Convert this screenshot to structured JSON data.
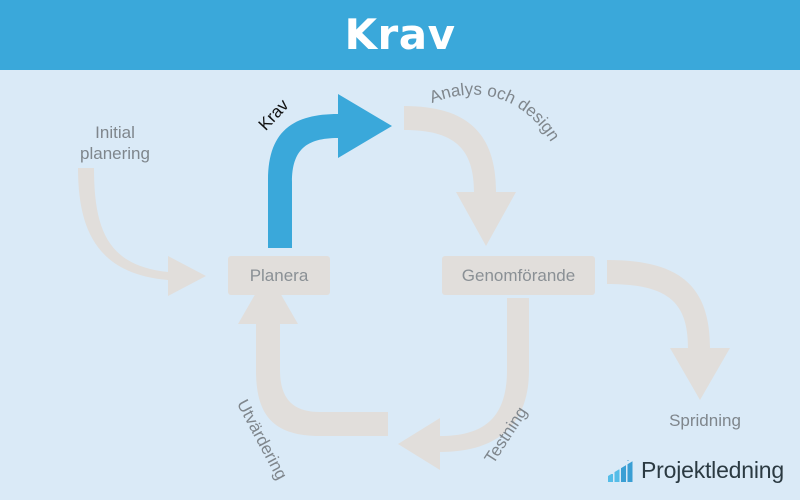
{
  "header": {
    "title": "Krav",
    "background_color": "#3aa8da",
    "text_color": "#ffffff"
  },
  "page": {
    "background_color": "#daeaf7"
  },
  "diagram": {
    "type": "cycle-flow",
    "node_color": "#e1dedb",
    "arrow_color": "#e1dedb",
    "highlight_color": "#3aa8da",
    "label_color": "#7f868c",
    "nodes": [
      {
        "id": "planera",
        "label": "Planera"
      },
      {
        "id": "genomforande",
        "label": "Genomförande"
      }
    ],
    "edges": [
      {
        "id": "initial-planering",
        "label": "Initial planering",
        "highlighted": false,
        "from": "start",
        "to": "planera"
      },
      {
        "id": "krav",
        "label": "Krav",
        "highlighted": true,
        "from": "planera",
        "to": "analys"
      },
      {
        "id": "analys-och-design",
        "label": "Analys och design",
        "highlighted": false,
        "from": "krav",
        "to": "genomforande"
      },
      {
        "id": "spridning",
        "label": "Spridning",
        "highlighted": false,
        "from": "genomforande",
        "to": "end"
      },
      {
        "id": "testning",
        "label": "Testning",
        "highlighted": false,
        "from": "genomforande",
        "to": "utvardering"
      },
      {
        "id": "utvardering",
        "label": "Utvärdering",
        "highlighted": false,
        "from": "testning",
        "to": "planera"
      }
    ]
  },
  "logo": {
    "text": "Projektledning",
    "icon": "bar-chart-icon",
    "icon_color_light": "#55bde8",
    "icon_color_dark": "#3a9fd4",
    "text_color": "#2b3a42"
  }
}
